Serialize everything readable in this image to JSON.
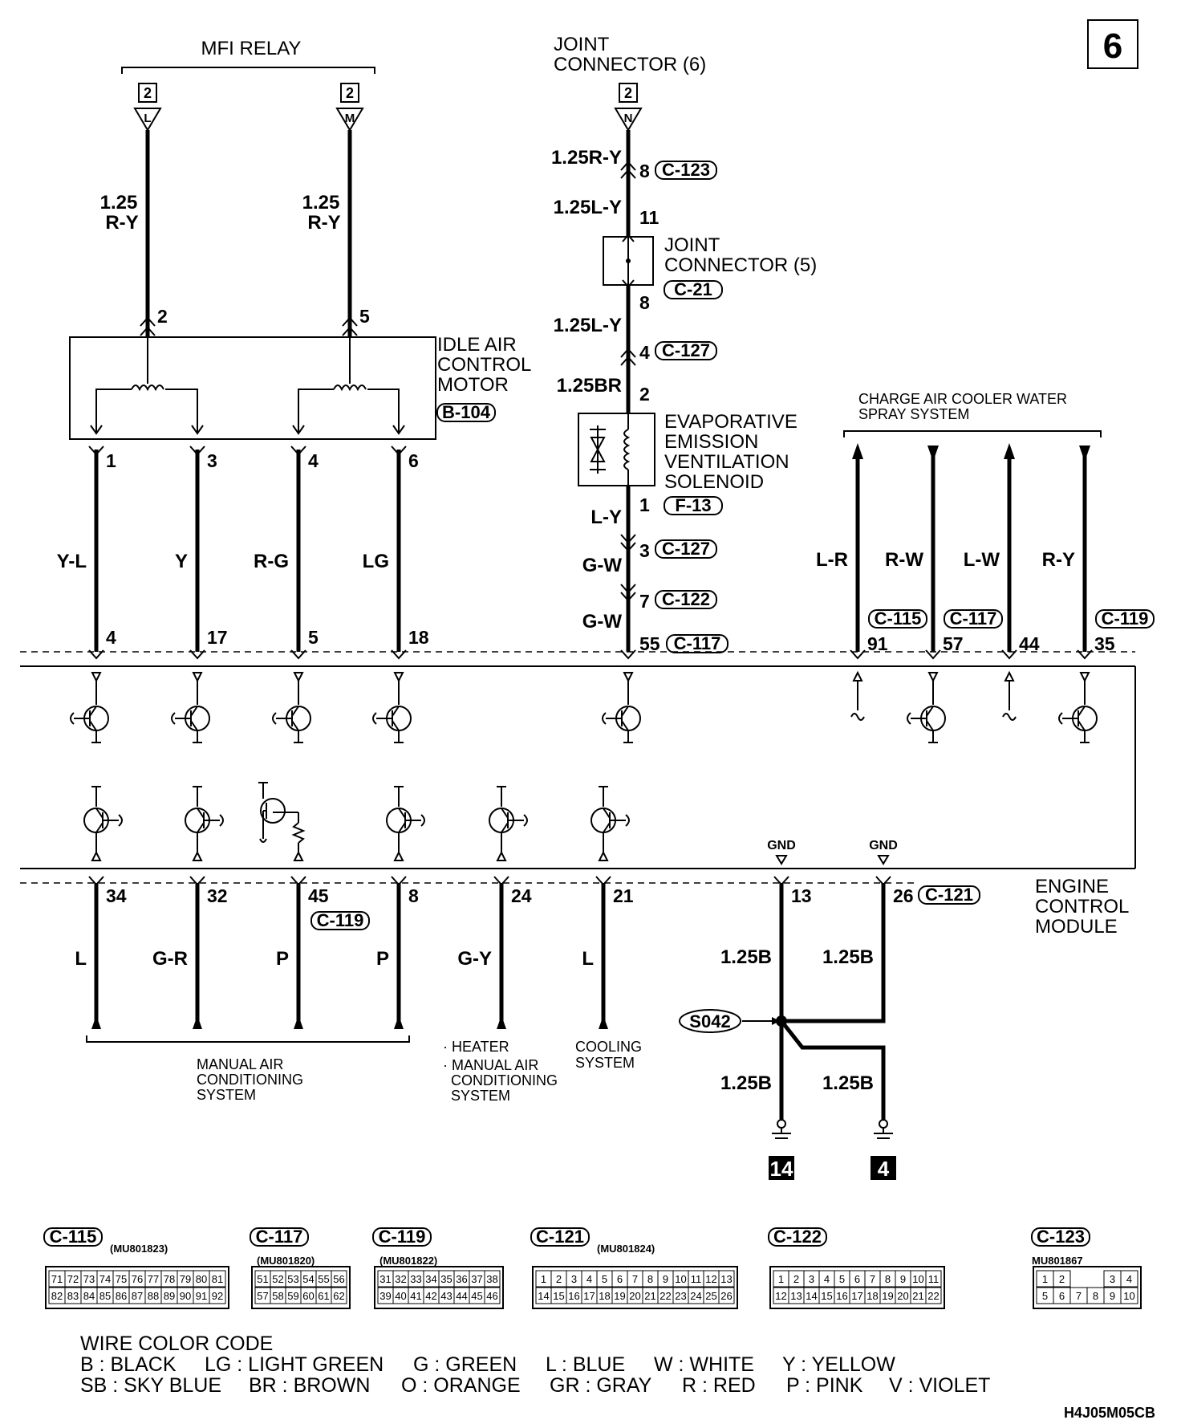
{
  "page_number": "6",
  "mfi_relay": {
    "title": "MFI RELAY",
    "terminal_num": "2",
    "left_pin": "L",
    "right_pin": "M"
  },
  "joint_connector_6": {
    "line1": "JOINT",
    "line2": "CONNECTOR (6)",
    "terminal_num": "2",
    "pin": "N"
  },
  "joint_connector_5": {
    "line1": "JOINT",
    "line2": "CONNECTOR (5)",
    "conn": "C-21"
  },
  "idle_air": {
    "line1": "IDLE AIR",
    "line2": "CONTROL",
    "line3": "MOTOR",
    "conn": "B-104"
  },
  "evap": {
    "line1": "EVAPORATIVE",
    "line2": "EMISSION",
    "line3": "VENTILATION",
    "line4": "SOLENOID",
    "conn": "F-13"
  },
  "charge_air": {
    "line1": "CHARGE AIR COOLER WATER",
    "line2": "SPRAY SYSTEM"
  },
  "ecm": {
    "line1": "ENGINE",
    "line2": "CONTROL",
    "line3": "MODULE"
  },
  "relay_wires": [
    {
      "size": "1.25",
      "color": "R-Y",
      "pin": "2"
    },
    {
      "size": "1.25",
      "color": "R-Y",
      "pin": "5"
    }
  ],
  "center_wires": [
    {
      "wire": "1.25R-Y",
      "pin": "8",
      "conn": "C-123"
    },
    {
      "wire": "1.25L-Y",
      "pin": "11"
    },
    {
      "wire": "",
      "pin": "8"
    },
    {
      "wire": "1.25L-Y",
      "pin": "4",
      "conn": "C-127"
    },
    {
      "wire": "1.25BR",
      "pin": "2"
    },
    {
      "wire": "L-Y",
      "pin": "1"
    },
    {
      "wire": "G-W",
      "pin": "3",
      "conn": "C-127"
    },
    {
      "wire": "G-W",
      "pin": "7",
      "conn": "C-122"
    },
    {
      "wire": "",
      "pin": "55",
      "conn": "C-117"
    }
  ],
  "motor_outputs": [
    {
      "top_pin": "1",
      "color": "Y-L",
      "ecm_pin": "4"
    },
    {
      "top_pin": "3",
      "color": "Y",
      "ecm_pin": "17"
    },
    {
      "top_pin": "4",
      "color": "R-G",
      "ecm_pin": "5"
    },
    {
      "top_pin": "6",
      "color": "LG",
      "ecm_pin": "18"
    }
  ],
  "spray_wires": [
    {
      "color": "L-R",
      "ecm_pin": "91",
      "conn": "C-115"
    },
    {
      "color": "R-W",
      "ecm_pin": "57",
      "conn": "C-117"
    },
    {
      "color": "L-W",
      "ecm_pin": "44"
    },
    {
      "color": "R-Y",
      "ecm_pin": "35",
      "conn": "C-119"
    }
  ],
  "bottom_wires": [
    {
      "pin": "34",
      "color": "L"
    },
    {
      "pin": "32",
      "color": "G-R"
    },
    {
      "pin": "45",
      "color": "P",
      "conn": "C-119"
    },
    {
      "pin": "8",
      "color": "P"
    },
    {
      "pin": "24",
      "color": "G-Y"
    },
    {
      "pin": "21",
      "color": "L"
    }
  ],
  "ground": {
    "gnd_label": "GND",
    "pin_a": "13",
    "pin_b": "26",
    "conn": "C-121",
    "wire": "1.25B",
    "splice": "S042",
    "ground_a": "14",
    "ground_b": "4"
  },
  "dest_labels": {
    "manual_ac": [
      "MANUAL AIR",
      "CONDITIONING",
      "SYSTEM"
    ],
    "heater": [
      "· HEATER",
      "· MANUAL AIR",
      "CONDITIONING",
      "SYSTEM"
    ],
    "cooling": [
      "COOLING",
      "SYSTEM"
    ]
  },
  "connectors": [
    {
      "name": "C-115",
      "part": "(MU801823)",
      "rows": [
        [
          "71",
          "72",
          "73",
          "74",
          "75",
          "76",
          "77",
          "78",
          "79",
          "80",
          "81"
        ],
        [
          "82",
          "83",
          "84",
          "85",
          "86",
          "87",
          "88",
          "89",
          "90",
          "91",
          "92"
        ]
      ]
    },
    {
      "name": "C-117",
      "part": "(MU801820)",
      "rows": [
        [
          "51",
          "52",
          "53",
          "54",
          "55",
          "56"
        ],
        [
          "57",
          "58",
          "59",
          "60",
          "61",
          "62"
        ]
      ]
    },
    {
      "name": "C-119",
      "part": "(MU801822)",
      "rows": [
        [
          "31",
          "32",
          "33",
          "34",
          "35",
          "36",
          "37",
          "38"
        ],
        [
          "39",
          "40",
          "41",
          "42",
          "43",
          "44",
          "45",
          "46"
        ]
      ]
    },
    {
      "name": "C-121",
      "part": "(MU801824)",
      "rows": [
        [
          "1",
          "2",
          "3",
          "4",
          "5",
          "6",
          "7",
          "8",
          "9",
          "10",
          "11",
          "12",
          "13"
        ],
        [
          "14",
          "15",
          "16",
          "17",
          "18",
          "19",
          "20",
          "21",
          "22",
          "23",
          "24",
          "25",
          "26"
        ]
      ]
    },
    {
      "name": "C-122",
      "part": "",
      "rows": [
        [
          "1",
          "2",
          "3",
          "4",
          "5",
          "6",
          "7",
          "8",
          "9",
          "10",
          "11"
        ],
        [
          "12",
          "13",
          "14",
          "15",
          "16",
          "17",
          "18",
          "19",
          "20",
          "21",
          "22"
        ]
      ]
    },
    {
      "name": "C-123",
      "part": "MU801867",
      "rows": [
        [
          "1",
          "2",
          "",
          "",
          "3",
          "4"
        ],
        [
          "5",
          "6",
          "7",
          "8",
          "9",
          "10"
        ]
      ]
    }
  ],
  "legend": {
    "title": "WIRE COLOR CODE",
    "row1": [
      "B : BLACK",
      "LG : LIGHT GREEN",
      "G : GREEN",
      "L : BLUE",
      "W : WHITE",
      "Y : YELLOW"
    ],
    "row2": [
      "SB : SKY BLUE",
      "BR : BROWN",
      "O : ORANGE",
      "GR : GRAY",
      "R : RED",
      "P : PINK",
      "V : VIOLET"
    ]
  },
  "doc_code": "H4J05M05CB"
}
